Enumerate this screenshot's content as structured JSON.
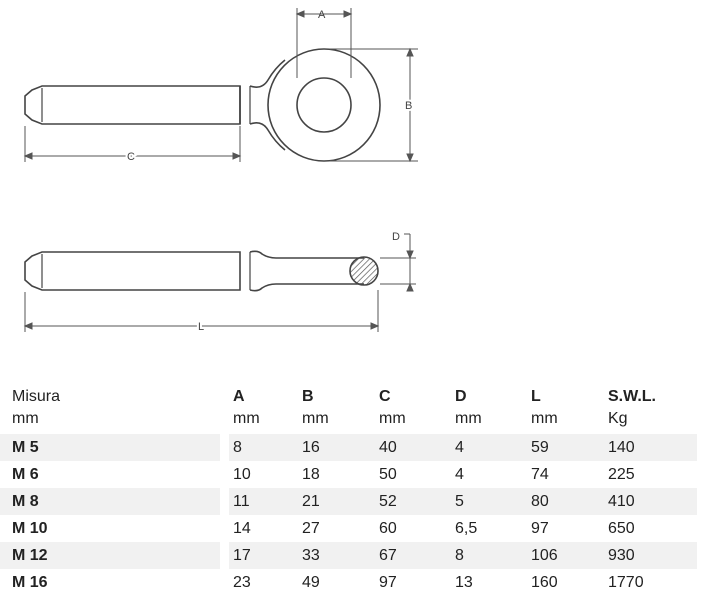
{
  "drawing": {
    "dim_labels": {
      "a": "A",
      "b": "B",
      "c": "C",
      "d": "D",
      "l": "L"
    }
  },
  "table": {
    "headers": [
      {
        "name": "Misura",
        "unit": "mm"
      },
      {
        "name": "A",
        "unit": "mm"
      },
      {
        "name": "B",
        "unit": "mm"
      },
      {
        "name": "C",
        "unit": "mm"
      },
      {
        "name": "D",
        "unit": "mm"
      },
      {
        "name": "L",
        "unit": "mm"
      },
      {
        "name": "S.W.L.",
        "unit": "Kg"
      }
    ],
    "rows": [
      [
        "M 5",
        "8",
        "16",
        "40",
        "4",
        "59",
        "140"
      ],
      [
        "M 6",
        "10",
        "18",
        "50",
        "4",
        "74",
        "225"
      ],
      [
        "M 8",
        "11",
        "21",
        "52",
        "5",
        "80",
        "410"
      ],
      [
        "M 10",
        "14",
        "27",
        "60",
        "6,5",
        "97",
        "650"
      ],
      [
        "M 12",
        "17",
        "33",
        "67",
        "8",
        "106",
        "930"
      ],
      [
        "M 16",
        "23",
        "49",
        "97",
        "13",
        "160",
        "1770"
      ]
    ]
  }
}
